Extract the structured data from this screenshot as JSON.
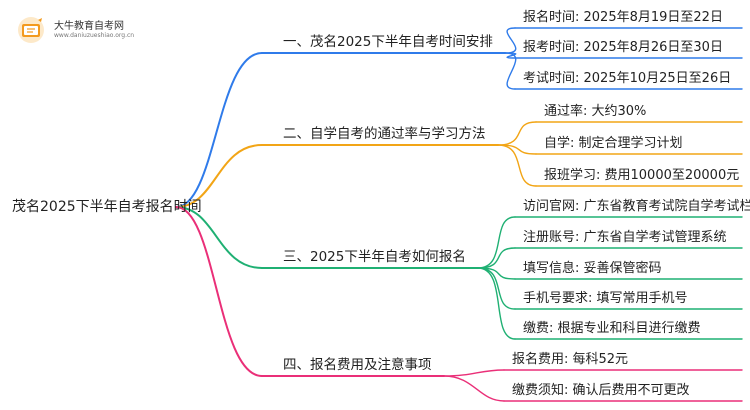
{
  "logo": {
    "title": "大牛教育自考网",
    "url": "www.daniuzueshiao.org.cn"
  },
  "root": {
    "label": "茂名2025下半年自考报名时间"
  },
  "branches": [
    {
      "label": "一、茂名2025下半年自考时间安排",
      "color": "#2f7bea",
      "leaves": [
        "报名时间: 2025年8月19日至22日",
        "报考时间: 2025年8月26日至30日",
        "考试时间: 2025年10月25日至26日"
      ]
    },
    {
      "label": "二、自学自考的通过率与学习方法",
      "color": "#f2a516",
      "leaves": [
        "通过率: 大约30%",
        "自学: 制定合理学习计划",
        "报班学习: 费用10000至20000元"
      ]
    },
    {
      "label": "三、2025下半年自考如何报名",
      "color": "#1fb073",
      "leaves": [
        "访问官网: 广东省教育考试院自学考试栏目",
        "注册账号: 广东省自学考试管理系统",
        "填写信息: 妥善保管密码",
        "手机号要求: 填写常用手机号",
        "缴费: 根据专业和科目进行缴费"
      ]
    },
    {
      "label": "四、报名费用及注意事项",
      "color": "#ea2f78",
      "leaves": [
        "报名费用: 每科52元",
        "缴费须知: 确认后费用不可更改"
      ]
    }
  ]
}
